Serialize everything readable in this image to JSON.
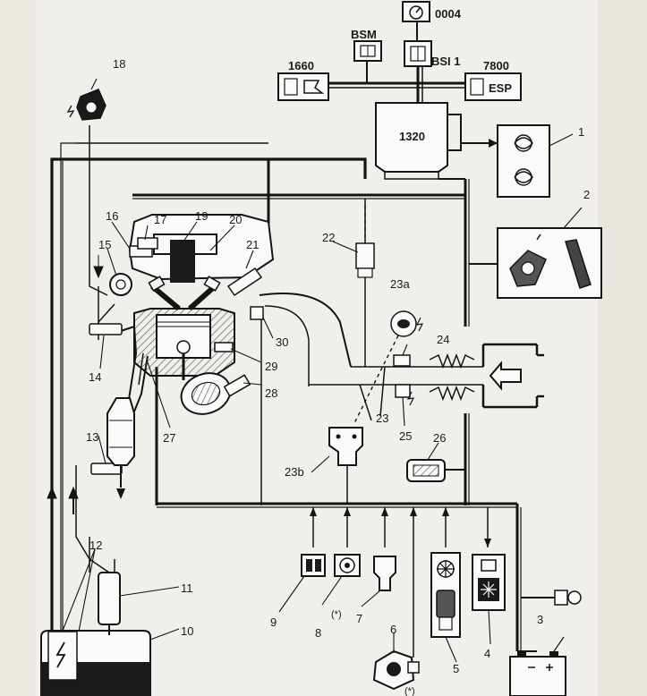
{
  "ecu": {
    "main": "1320",
    "net_top": "0004",
    "bsm": "BSM",
    "bsi": "BSI 1",
    "left": "1660",
    "right": "7800",
    "esp": "ESP"
  },
  "labels": {
    "n1": "1",
    "n2": "2",
    "n3": "3",
    "n4": "4",
    "n5": "5",
    "n6": "6",
    "n7": "7",
    "n8": "8",
    "n9": "9",
    "n10": "10",
    "n11": "11",
    "n12": "12",
    "n13": "13",
    "n14": "14",
    "n15": "15",
    "n16": "16",
    "n17": "17",
    "n18": "18",
    "n19": "19",
    "n20": "20",
    "n21": "21",
    "n22": "22",
    "n23": "23",
    "n23a": "23a",
    "n23b": "23b",
    "n24": "24",
    "n25": "25",
    "n26": "26",
    "n27": "27",
    "n28": "28",
    "n29": "29",
    "n30": "30",
    "star8": "(*)",
    "star6": "(*)"
  },
  "colors": {
    "line": "#141414",
    "bg": "#f1efea",
    "fill_dark": "#1a1a1a",
    "hatch": "#6a6a6a"
  }
}
